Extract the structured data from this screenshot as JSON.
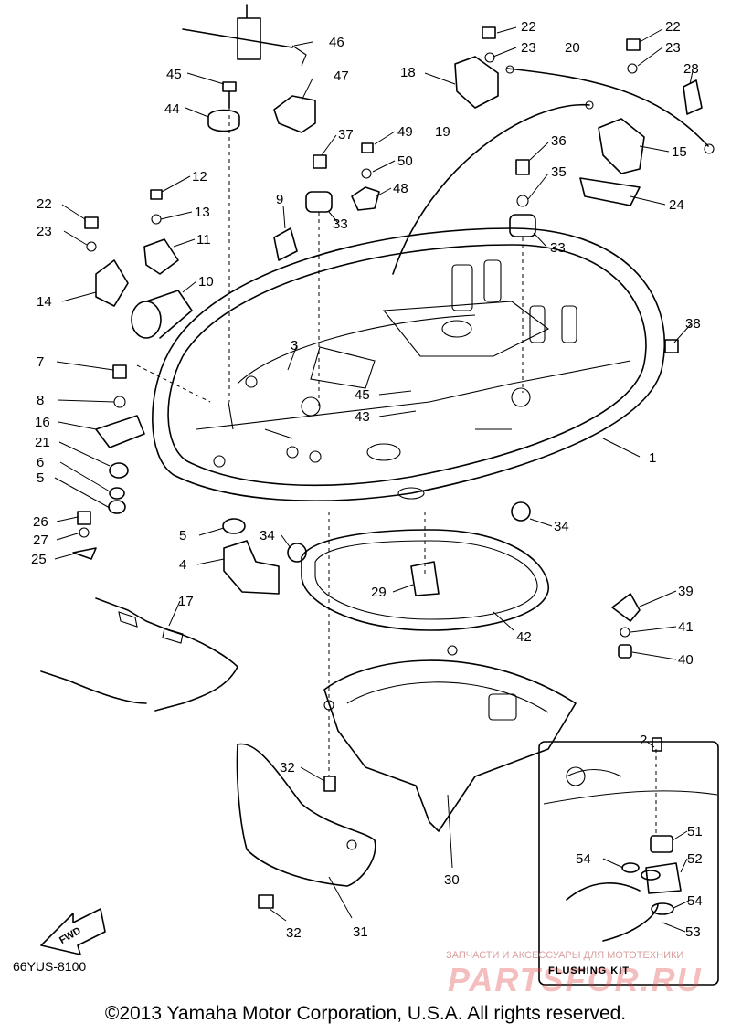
{
  "diagram_code": "66YUS-8100",
  "copyright": "©2013 Yamaha Motor Corporation, U.S.A. All rights reserved.",
  "flushing_kit_label": "FLUSHING KIT",
  "fwd_label": "FWD",
  "watermark": {
    "tagline": "ЗАПЧАСТИ И АКСЕССУАРЫ ДЛЯ МОТОТЕХНИКИ",
    "logo": "PARTSFOR.RU"
  },
  "callouts": [
    "1",
    "2",
    "3",
    "4",
    "5",
    "5",
    "6",
    "7",
    "8",
    "9",
    "10",
    "11",
    "12",
    "13",
    "14",
    "15",
    "16",
    "17",
    "18",
    "19",
    "20",
    "21",
    "22",
    "22",
    "22",
    "23",
    "23",
    "23",
    "24",
    "25",
    "26",
    "27",
    "28",
    "29",
    "30",
    "31",
    "32",
    "32",
    "33",
    "33",
    "34",
    "34",
    "35",
    "36",
    "37",
    "38",
    "39",
    "40",
    "41",
    "42",
    "43",
    "44",
    "45",
    "45",
    "46",
    "47",
    "48",
    "49",
    "50",
    "51",
    "52",
    "53",
    "54",
    "54"
  ]
}
